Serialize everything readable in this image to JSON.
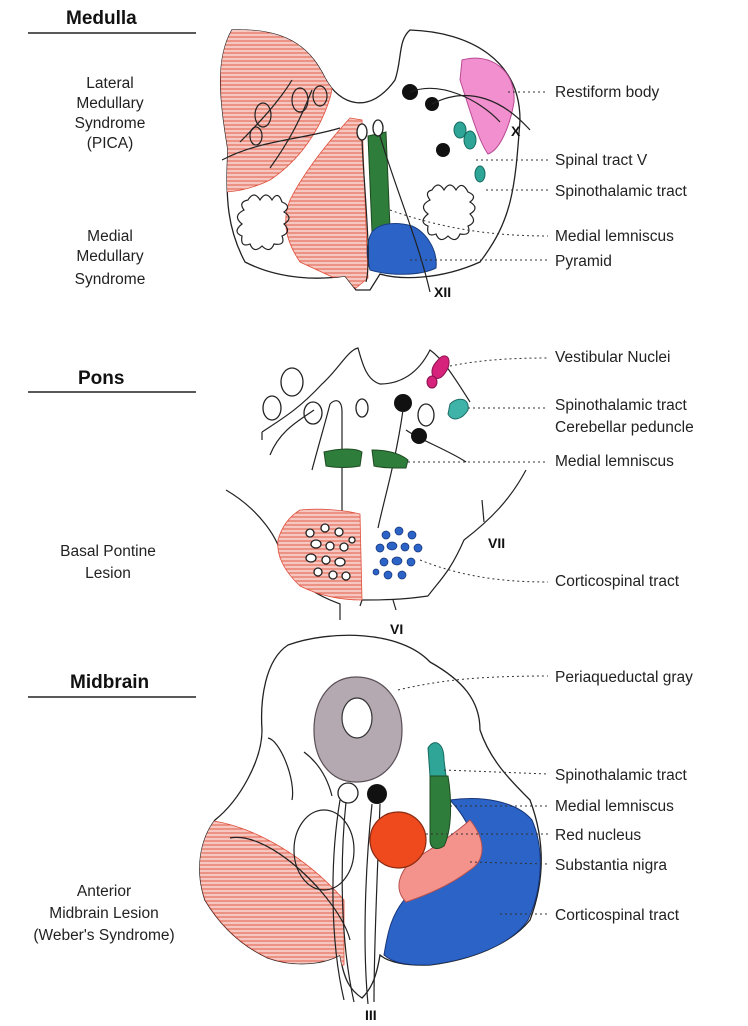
{
  "sections": {
    "medulla": {
      "title": "Medulla",
      "lesions": [
        {
          "lines": [
            "Lateral",
            "Medullary",
            "Syndrome",
            "(PICA)"
          ]
        },
        {
          "lines": [
            "Medial",
            "Medullary",
            "Syndrome"
          ]
        }
      ],
      "structures": [
        "Restiform body",
        "Spinal tract V",
        "Spinothalamic tract",
        "Medial lemniscus",
        "Pyramid"
      ],
      "nerves": [
        "X",
        "XII"
      ]
    },
    "pons": {
      "title": "Pons",
      "lesions": [
        {
          "lines": [
            "Basal Pontine",
            "Lesion"
          ]
        }
      ],
      "structures": [
        "Vestibular Nuclei",
        "Spinothalamic tract",
        "Cerebellar peduncle",
        "Medial lemniscus",
        "Corticospinal tract"
      ],
      "nerves": [
        "VII",
        "VI"
      ]
    },
    "midbrain": {
      "title": "Midbrain",
      "lesions": [
        {
          "lines": [
            "Anterior",
            "Midbrain Lesion",
            "(Weber's Syndrome)"
          ]
        }
      ],
      "structures": [
        "Periaqueductal gray",
        "Spinothalamic tract",
        "Medial lemniscus",
        "Red nucleus",
        "Substantia nigra",
        "Corticospinal tract"
      ],
      "nerves": [
        "III"
      ]
    }
  },
  "colors": {
    "lesion_fill": "#f4b8b0",
    "lesion_hatch": "#e0503c",
    "pink": "#f28fcf",
    "teal": "#2fa597",
    "green": "#2e7d3a",
    "blue": "#2b63c6",
    "red_nucleus": "#ee4a1e",
    "periaqueductal_gray": "#b4a9b1",
    "substantia_nigra": "#f4928c",
    "magenta": "#d6227a"
  }
}
